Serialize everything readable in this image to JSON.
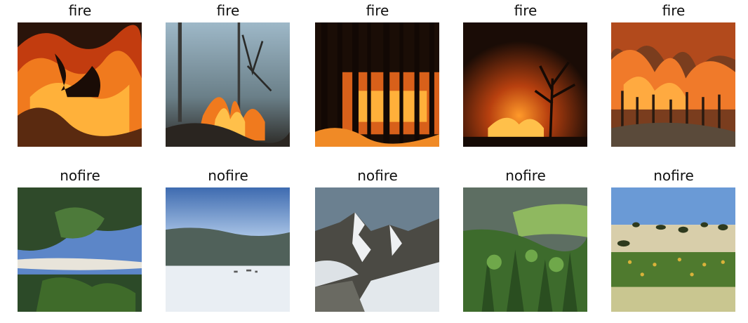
{
  "grid": {
    "row1_labels": [
      "fire",
      "fire",
      "fire",
      "fire",
      "fire"
    ],
    "row2_labels": [
      "nofire",
      "nofire",
      "nofire",
      "nofire",
      "nofire"
    ]
  },
  "images": [
    [
      "wildfire-flames-closeup",
      "burning-forest-smoke",
      "night-forest-fire",
      "fire-silhouette-tree",
      "tall-flames-forest"
    ],
    [
      "pine-branches-upside-down",
      "snow-plain-mountains",
      "snowy-mountain-peak",
      "green-forest-valley",
      "meadow-with-trees"
    ]
  ],
  "colors": {
    "fire_orange": "#e8661c",
    "sky_blue": "#5c86c8",
    "snow_white": "#e9eef3",
    "forest_green": "#3f6b2a"
  }
}
